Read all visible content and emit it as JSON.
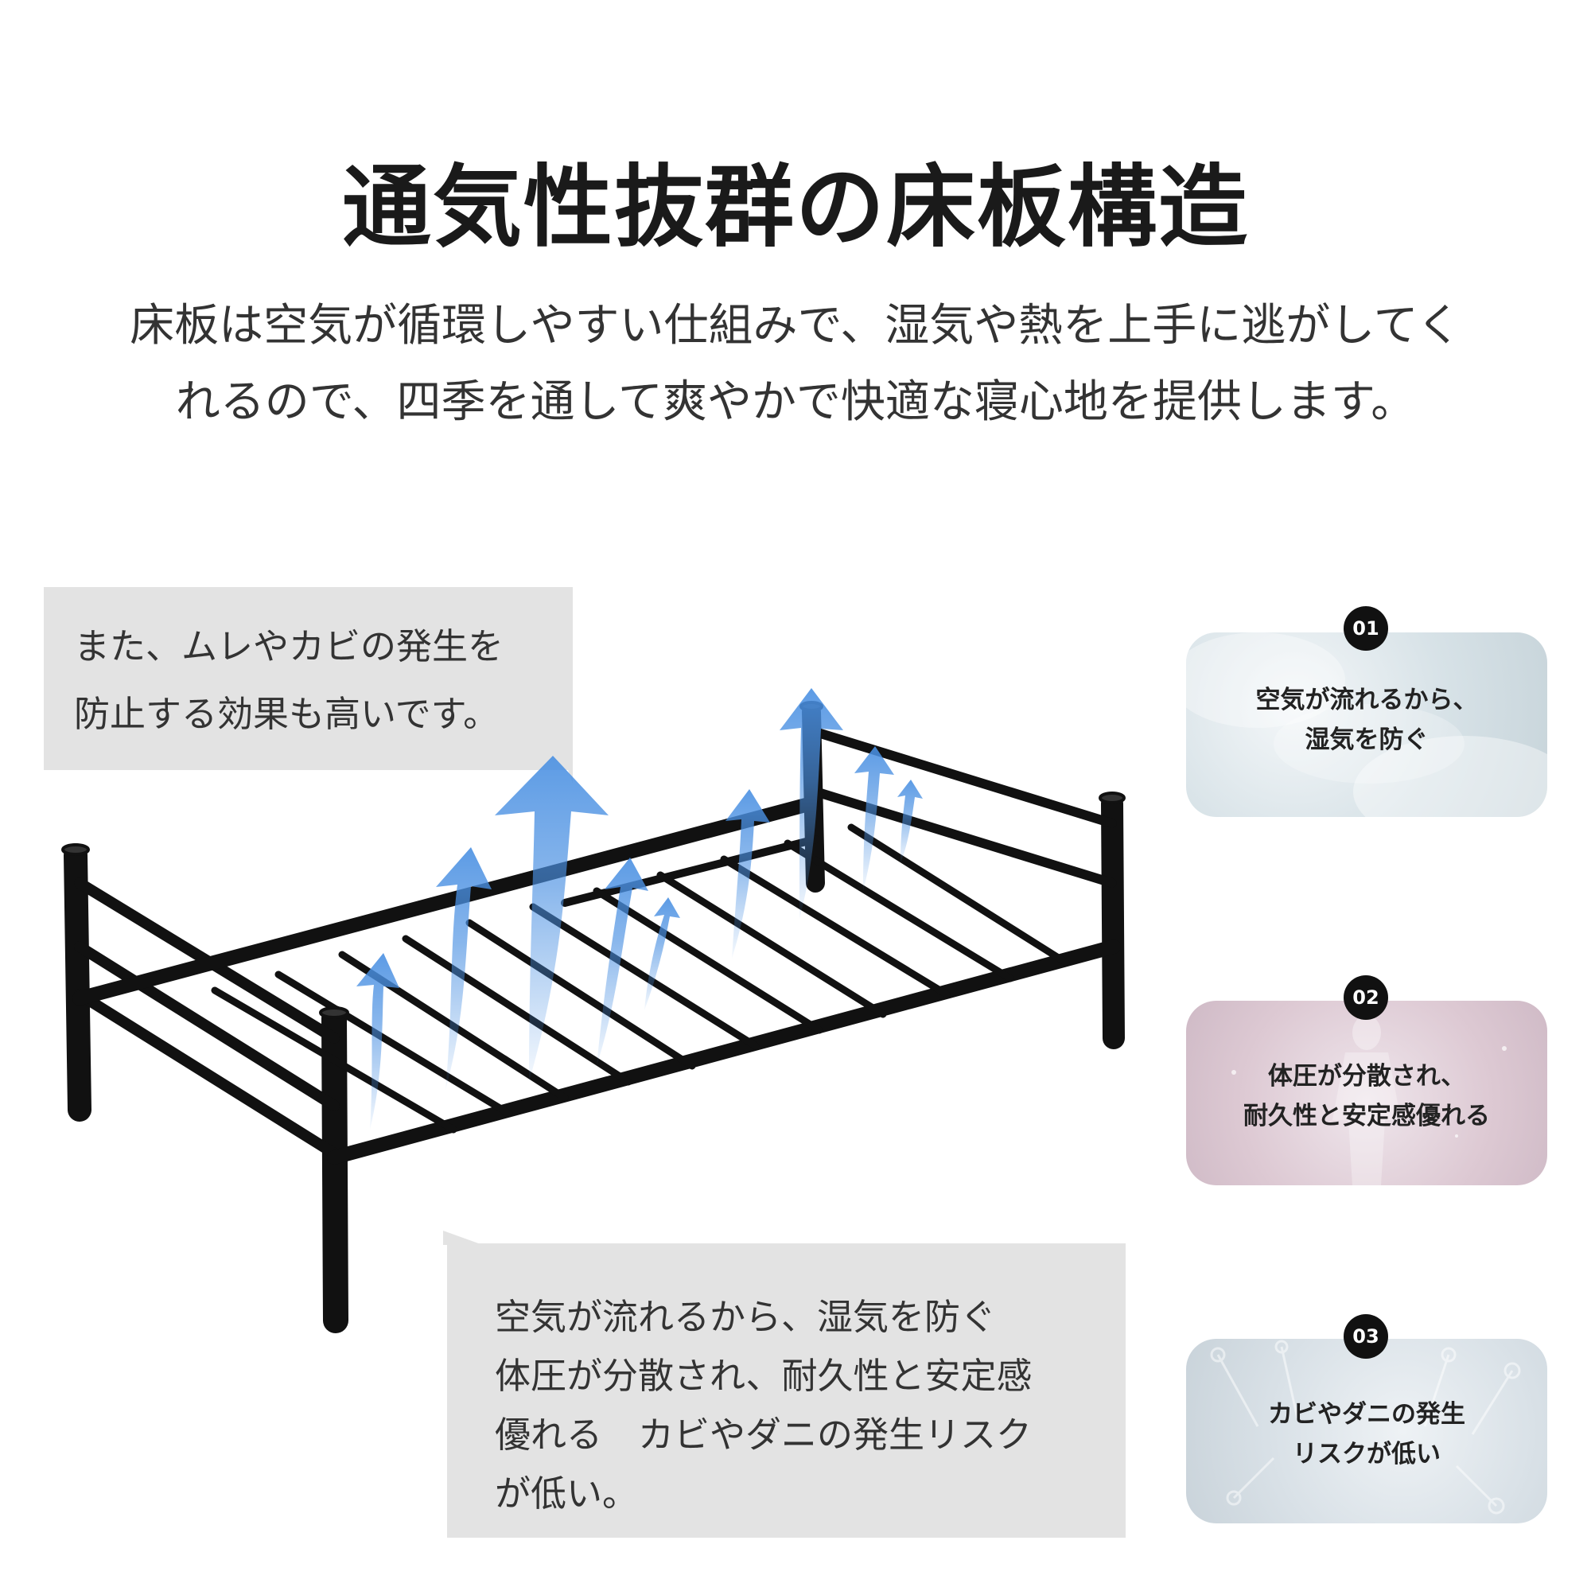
{
  "title": "通気性抜群の床板構造",
  "subtitle": {
    "line1": "床板は空気が循環しやすい仕組みで、湿気や熱を上手に逃がしてく",
    "line2": "れるので、四季を通して爽やかで快適な寝心地を提供します。"
  },
  "callout_top": {
    "line1": "また、ムレやカビの発生を",
    "line2": "防止する効果も高いです。"
  },
  "callout_bottom": {
    "line1": "空気が流れるから、湿気を防ぐ",
    "line2": "体圧が分散され、耐久性と安定感",
    "line3": "優れる　カビやダニの発生リスク",
    "line4": "が低い。"
  },
  "features": [
    {
      "badge": "01",
      "line1": "空気が流れるから、",
      "line2": "湿気を防ぐ"
    },
    {
      "badge": "02",
      "line1": "体圧が分散され、",
      "line2": "耐久性と安定感優れる"
    },
    {
      "badge": "03",
      "line1": "カビやダニの発生",
      "line2": "リスクが低い"
    }
  ],
  "colors": {
    "bed_frame": "#111111",
    "airflow_arrows": "#4a90e2",
    "callout_bg": "#e3e3e3",
    "badge_bg": "#111111"
  }
}
